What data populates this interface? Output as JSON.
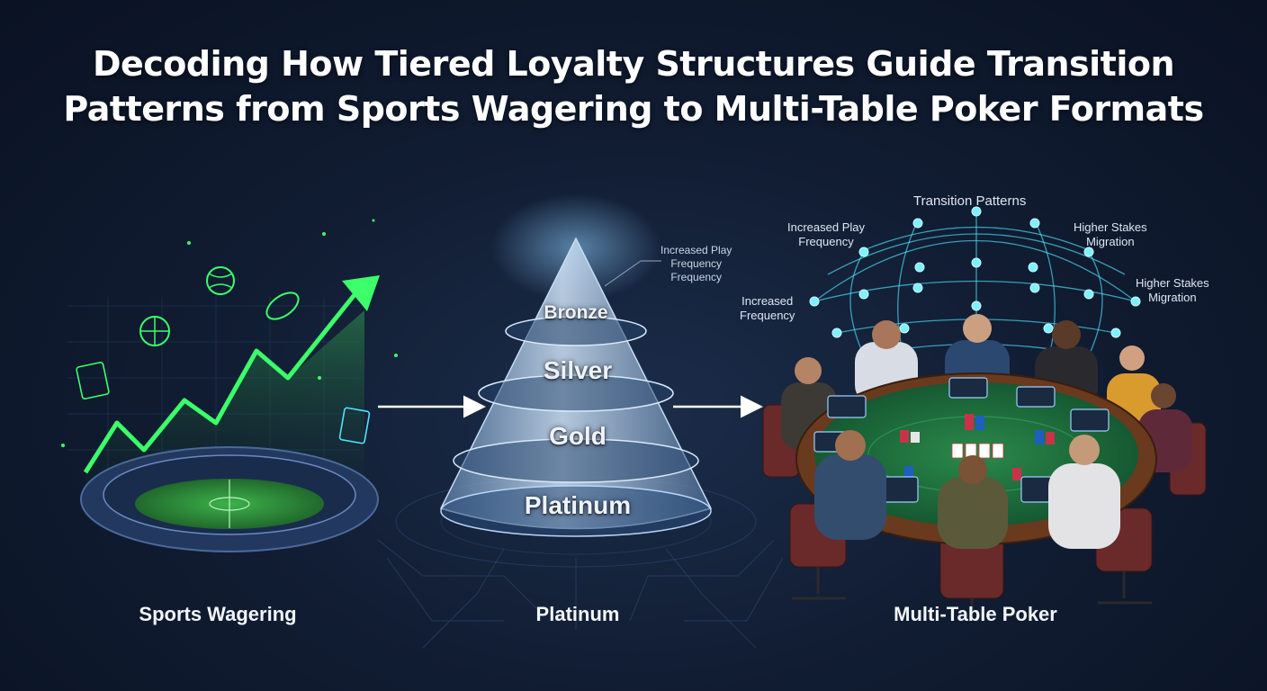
{
  "title": {
    "line1": "Decoding How Tiered Loyalty Structures Guide Transition",
    "line2": "Patterns from Sports Wagering to Multi-Table Poker Formats"
  },
  "sections": {
    "left": "Sports Wagering",
    "center": "Platinum",
    "right": "Multi-Table Poker"
  },
  "tiers": [
    "Bronze",
    "Silver",
    "Gold",
    "Platinum"
  ],
  "pyramid_label": [
    "Increased Play",
    "Frequency",
    "Frequency"
  ],
  "network_labels": {
    "top": "Transition Patterns",
    "top_left": [
      "Increased Play",
      "Frequency"
    ],
    "left": [
      "Increased",
      "Frequency"
    ],
    "top_right": [
      "Higher Stakes",
      "Migration"
    ],
    "right": [
      "Higher Stakes",
      "Migration"
    ]
  },
  "colors": {
    "accent_green": "#3cff6a",
    "accent_cyan": "#4fe3ff",
    "table_felt": "#1f6b3a",
    "background": "#111d33"
  },
  "icons": [
    "chart-arrow-icon",
    "stadium-icon",
    "ball-icon",
    "ticket-icon",
    "arrow-right-icon",
    "pyramid-icon",
    "network-icon",
    "poker-table-icon"
  ]
}
